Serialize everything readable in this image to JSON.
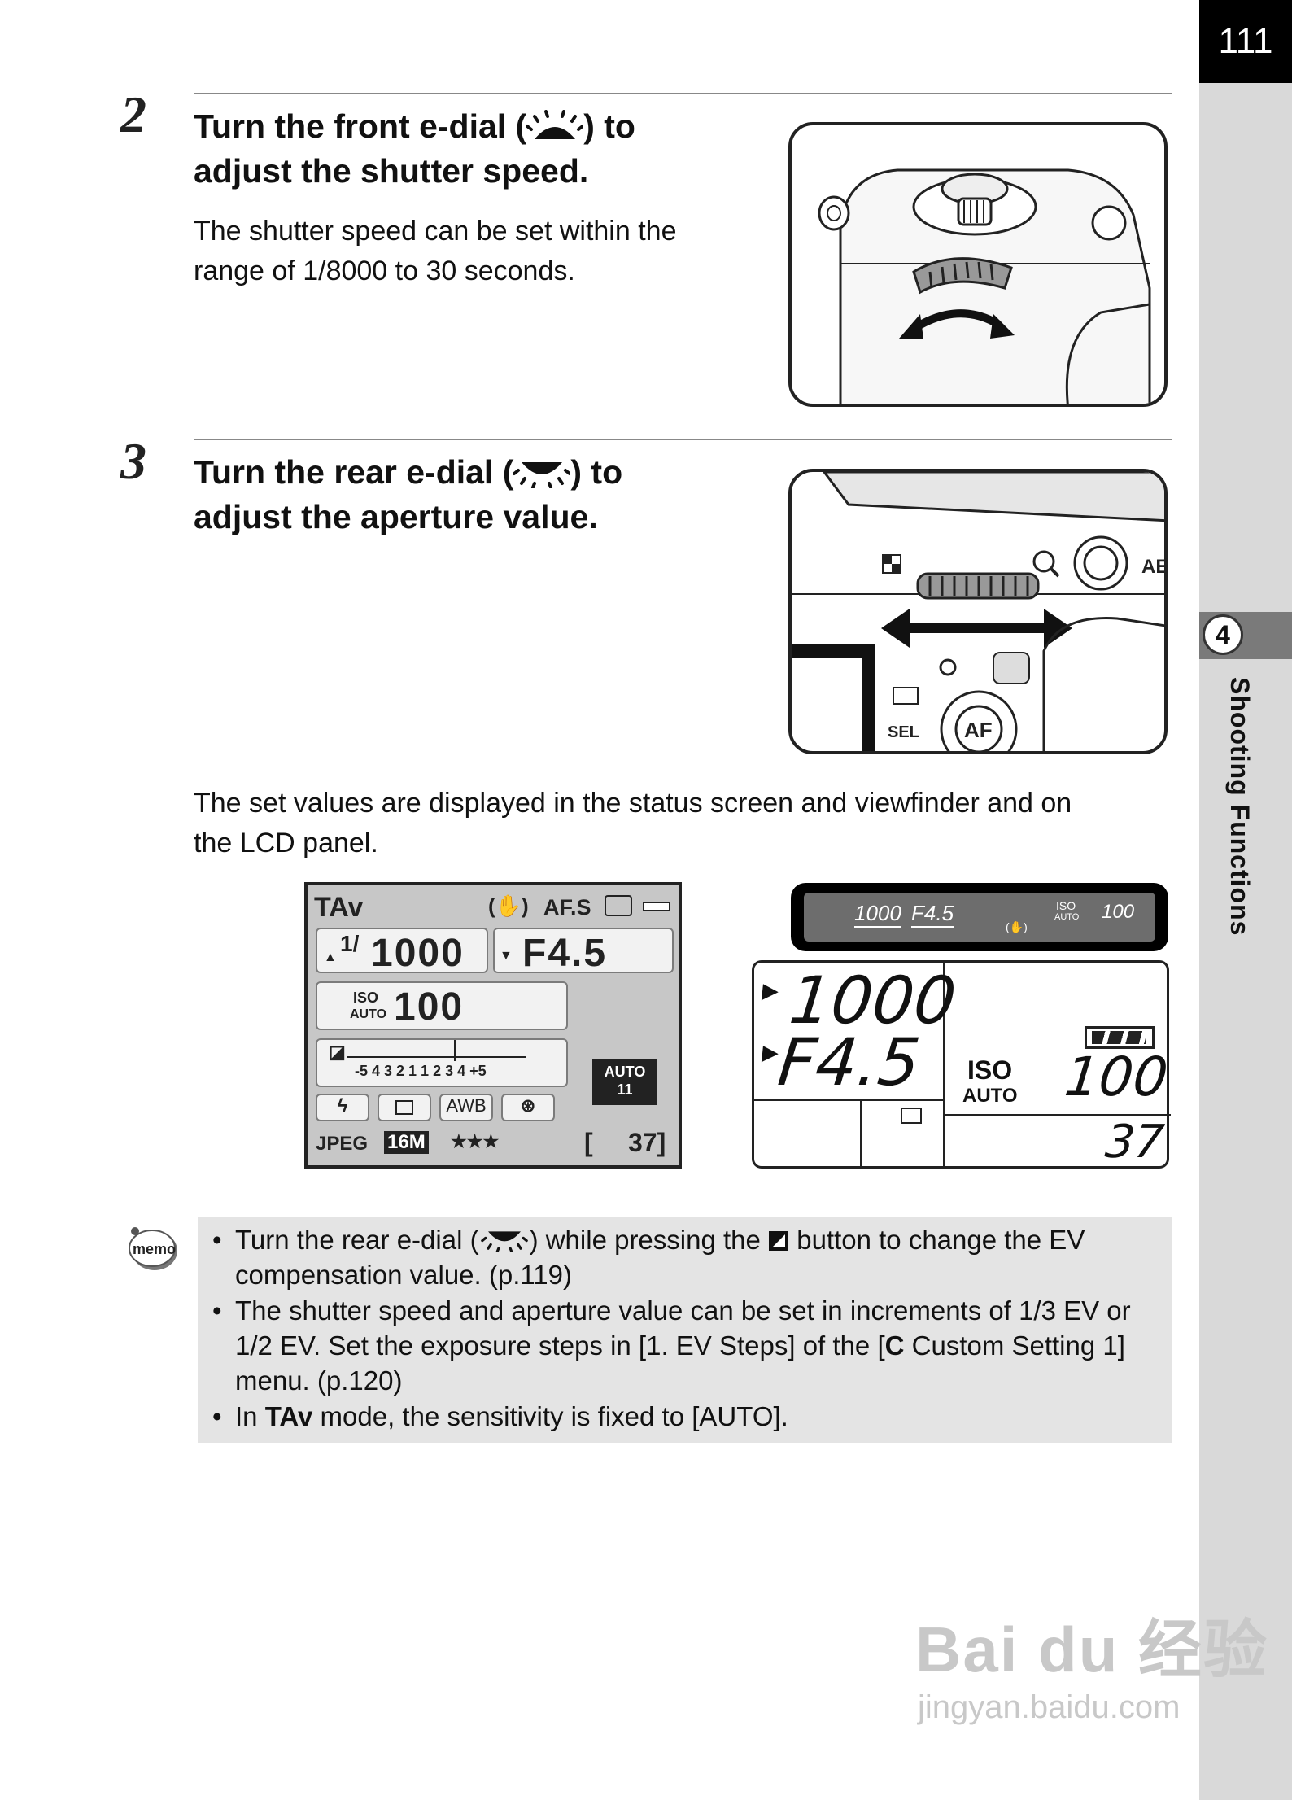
{
  "page_number": "111",
  "chapter": {
    "number": "4",
    "title": "Shooting Functions"
  },
  "steps": [
    {
      "number": "2",
      "heading_before": "Turn the front e-dial (",
      "heading_after": ") to",
      "heading_line2": "adjust the shutter speed.",
      "body_line1": "The shutter speed can be set within the",
      "body_line2": "range of 1/8000 to 30 seconds."
    },
    {
      "number": "3",
      "heading_before": "Turn the rear e-dial (",
      "heading_after": ") to",
      "heading_line2": "adjust the aperture value."
    }
  ],
  "illustration_rear": {
    "labels": [
      "AE",
      "SEL",
      "AF"
    ]
  },
  "set_values_line1": "The set values are displayed in the status screen and viewfinder and on",
  "set_values_line2": "the LCD panel.",
  "status_screen": {
    "mode": "TAv",
    "af_mode": "AF.S",
    "shutter_prefix": "1/",
    "shutter": "1000",
    "aperture": "F4.5",
    "iso_top": "ISO",
    "iso_bottom": "AUTO",
    "iso_value": "100",
    "ev_scale": "-5 4 3 2 1   1 2 3 4 +5",
    "auto_label": "AUTO",
    "auto_value": "11",
    "wb": "AWB",
    "format": "JPEG",
    "size": "16M",
    "quality": "★★★",
    "bracket": "[",
    "shots": "37]"
  },
  "viewfinder": {
    "shutter": "1000",
    "aperture": "F4.5",
    "iso_top": "ISO",
    "iso_bottom": "AUTO",
    "iso_value": "100"
  },
  "lcd_panel": {
    "shutter": "1000",
    "aperture": "F4.5",
    "iso_top": "ISO",
    "iso_bottom": "AUTO",
    "iso_value": "100",
    "shots": "37"
  },
  "memo": {
    "icon_label": "memo",
    "item1_before": "Turn the rear e-dial (",
    "item1_after": ") while pressing the",
    "item1_end": "button to change the EV",
    "item1_line2": "compensation value. (p.119)",
    "item2_line1": "The shutter speed and aperture value can be set in increments of 1/3 EV or",
    "item2_line2_before": "1/2 EV. Set the exposure steps in [1. EV Steps] of the [",
    "item2_icon": "C",
    "item2_line2_after": " Custom Setting 1]",
    "item2_line3": "menu. (p.120)",
    "item3_before": "In ",
    "item3_mode": "TAv",
    "item3_after": " mode, the sensitivity is fixed to [AUTO]."
  },
  "watermark": {
    "main": "Bai du 经验",
    "sub": "jingyan.baidu.com"
  }
}
